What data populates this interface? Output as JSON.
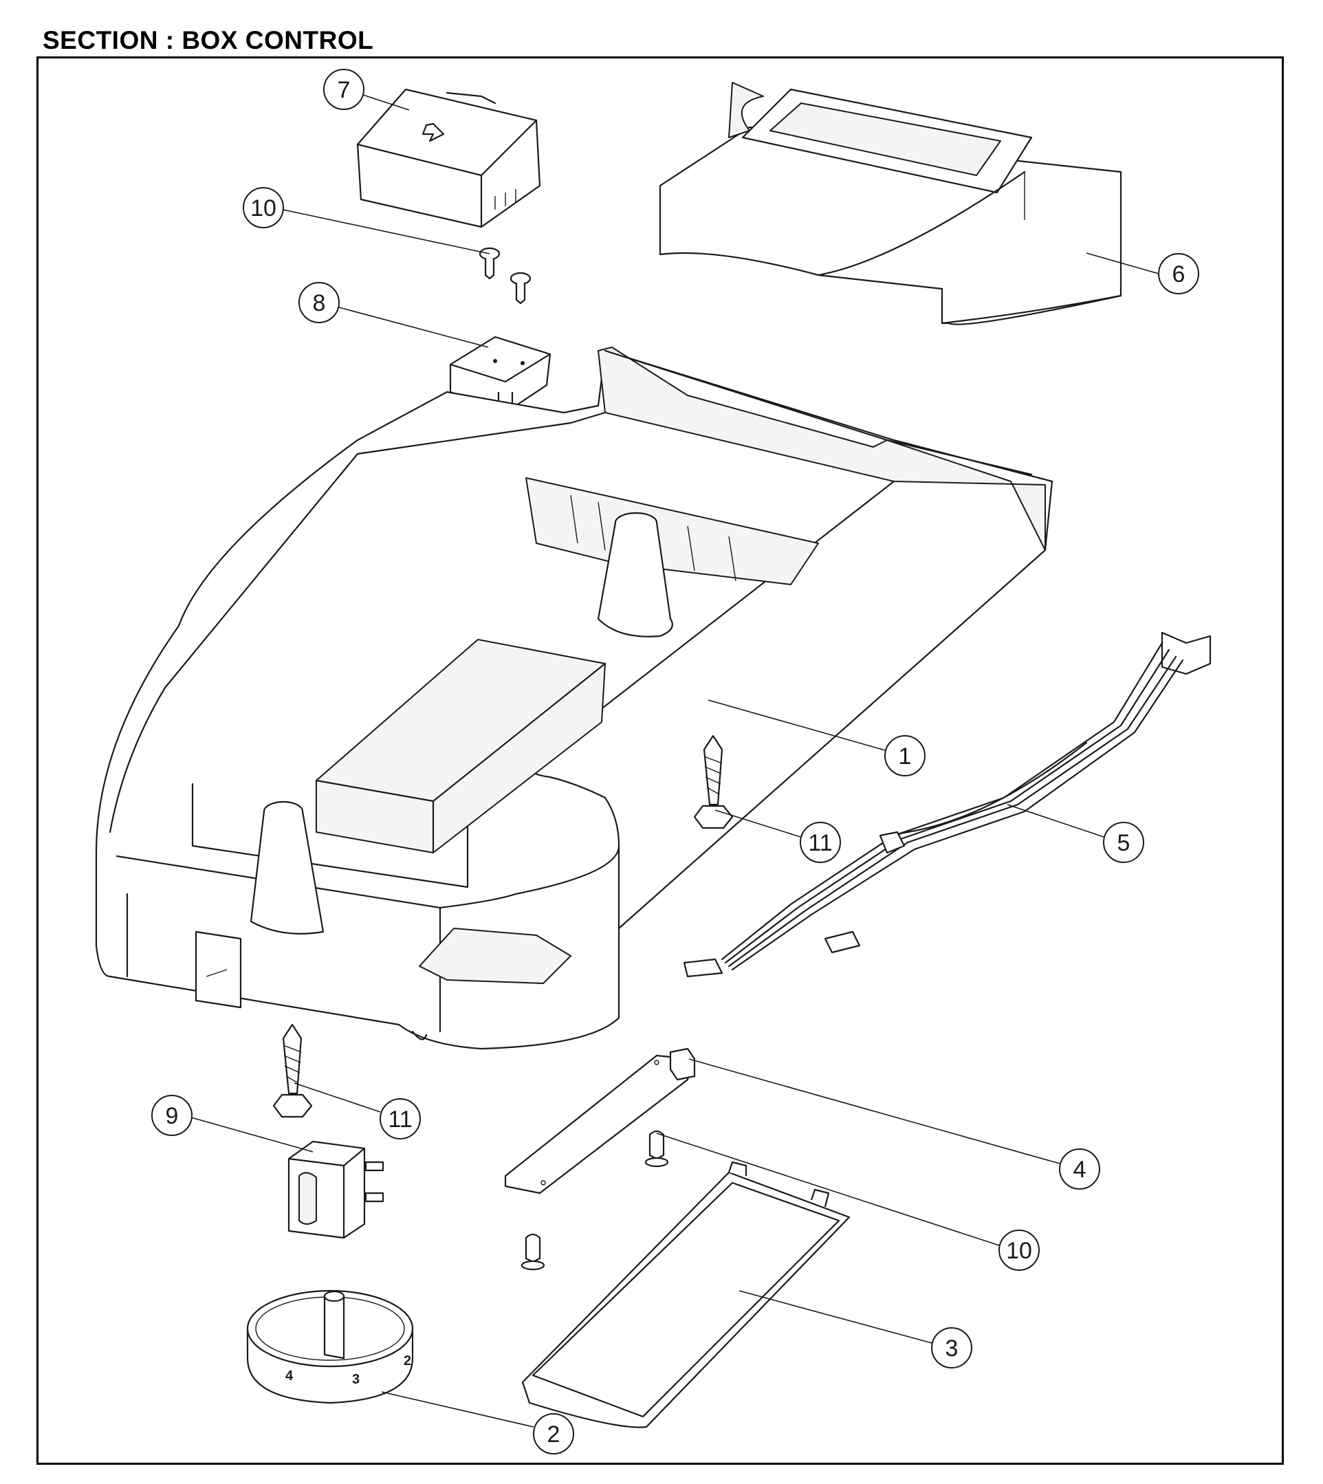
{
  "section_title": "SECTION : BOX CONTROL",
  "callouts": [
    {
      "id": "c7",
      "label": "7"
    },
    {
      "id": "c10a",
      "label": "10"
    },
    {
      "id": "c8",
      "label": "8"
    },
    {
      "id": "c6",
      "label": "6"
    },
    {
      "id": "c1",
      "label": "1"
    },
    {
      "id": "c11a",
      "label": "11"
    },
    {
      "id": "c5",
      "label": "5"
    },
    {
      "id": "c11b",
      "label": "11"
    },
    {
      "id": "c9",
      "label": "9"
    },
    {
      "id": "c4",
      "label": "4"
    },
    {
      "id": "c10b",
      "label": "10"
    },
    {
      "id": "c3",
      "label": "3"
    },
    {
      "id": "c2",
      "label": "2"
    }
  ],
  "knob_marks": [
    "4",
    "3",
    "2"
  ]
}
